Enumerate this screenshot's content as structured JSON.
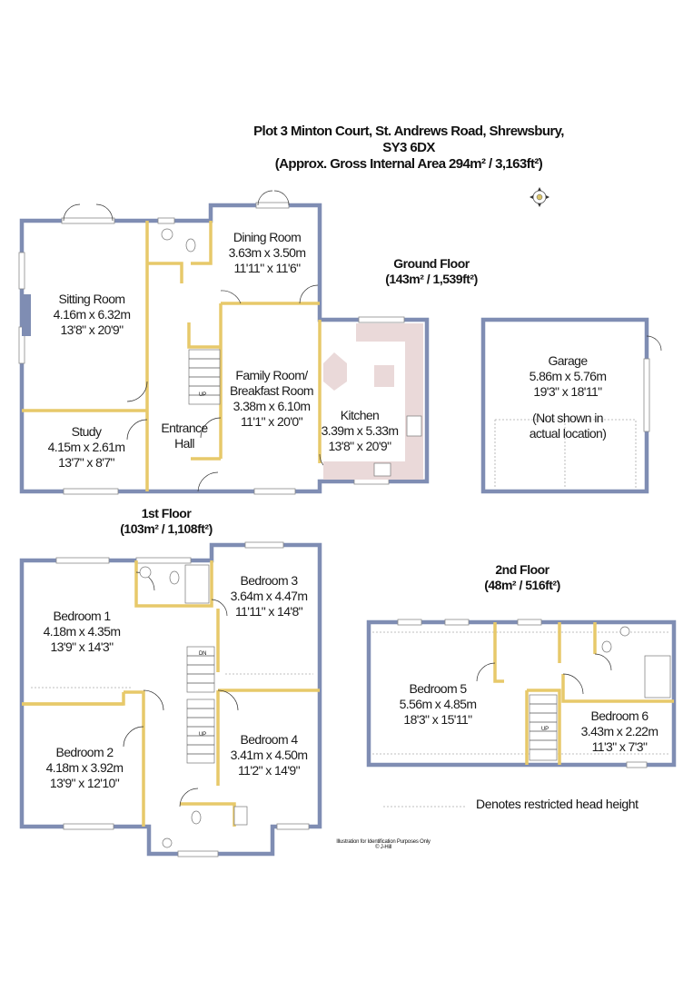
{
  "header": {
    "line1": "Plot 3 Minton Court, St. Andrews Road, Shrewsbury,",
    "line2": "SY3 6DX",
    "line3": "(Approx. Gross Internal Area 294m² / 3,163ft²)"
  },
  "floors": {
    "ground": {
      "name": "Ground Floor",
      "area": "(143m² / 1,539ft²)"
    },
    "first": {
      "name": "1st Floor",
      "area": "(103m² / 1,108ft²)"
    },
    "second": {
      "name": "2nd Floor",
      "area": "(48m² / 516ft²)"
    }
  },
  "rooms": {
    "sitting": {
      "name": "Sitting Room",
      "metric": "4.16m x 6.32m",
      "imperial": "13'8\" x 20'9\""
    },
    "study": {
      "name": "Study",
      "metric": "4.15m x 2.61m",
      "imperial": "13'7\" x 8'7\""
    },
    "hall": {
      "name": "Entrance",
      "name2": "Hall"
    },
    "dining": {
      "name": "Dining Room",
      "metric": "3.63m x 3.50m",
      "imperial": "11'11\" x 11'6\""
    },
    "family": {
      "name": "Family Room/",
      "name2": "Breakfast Room",
      "metric": "3.38m x 6.10m",
      "imperial": "11'1\" x 20'0\""
    },
    "kitchen": {
      "name": "Kitchen",
      "metric": "3.39m x 5.33m",
      "imperial": "13'8\" x 20'9\""
    },
    "garage": {
      "name": "Garage",
      "metric": "5.86m x 5.76m",
      "imperial": "19'3\" x 18'11\"",
      "note1": "(Not shown in",
      "note2": "actual location)"
    },
    "bed1": {
      "name": "Bedroom 1",
      "metric": "4.18m x 4.35m",
      "imperial": "13'9\" x 14'3\""
    },
    "bed2": {
      "name": "Bedroom 2",
      "metric": "4.18m x 3.92m",
      "imperial": "13'9\" x 12'10\""
    },
    "bed3": {
      "name": "Bedroom 3",
      "metric": "3.64m x 4.47m",
      "imperial": "11'11\" x 14'8\""
    },
    "bed4": {
      "name": "Bedroom 4",
      "metric": "3.41m x 4.50m",
      "imperial": "11'2\" x 14'9\""
    },
    "bed5": {
      "name": "Bedroom 5",
      "metric": "5.56m x 4.85m",
      "imperial": "18'3\" x 15'11\""
    },
    "bed6": {
      "name": "Bedroom 6",
      "metric": "3.43m x 2.22m",
      "imperial": "11'3\" x 7'3\""
    }
  },
  "stair_labels": {
    "up": "UP",
    "dn": "DN"
  },
  "legend": {
    "text": "Denotes restricted head height"
  },
  "footer": {
    "line1": "Illustration for Identification Purposes Only",
    "line2": "© J-Hill"
  },
  "colors": {
    "wall": "#7f8db3",
    "interior_wall": "#e7c96a",
    "kitchen_worktop": "#ead9d9",
    "text": "#111111"
  },
  "icons": [
    "compass-icon",
    "staircase-icon",
    "door-swing-icon",
    "bath-icon",
    "wc-icon",
    "basin-icon",
    "hob-icon",
    "sink-icon"
  ]
}
